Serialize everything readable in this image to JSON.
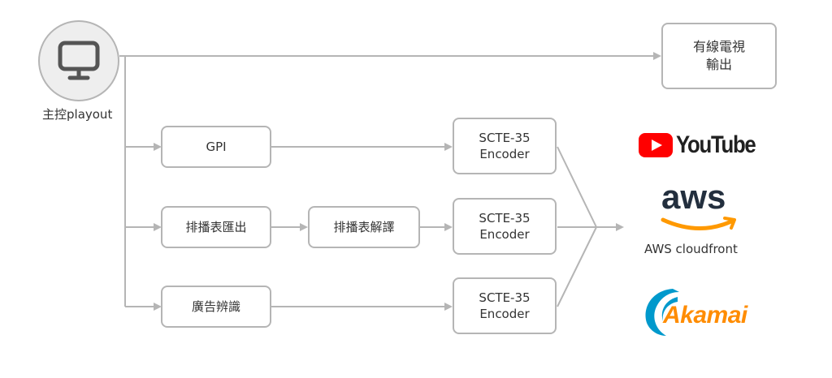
{
  "source": {
    "label": "主控playout",
    "icon": "monitor-icon"
  },
  "cable_output": {
    "line1": "有線電視",
    "line2": "輸出"
  },
  "rows": [
    {
      "step1": "GPI",
      "step2": "",
      "encoder_line1": "SCTE-35",
      "encoder_line2": "Encoder"
    },
    {
      "step1": "排播表匯出",
      "step2": "排播表解譯",
      "encoder_line1": "SCTE-35",
      "encoder_line2": "Encoder"
    },
    {
      "step1": "廣告辨識",
      "step2": "",
      "encoder_line1": "SCTE-35",
      "encoder_line2": "Encoder"
    }
  ],
  "destinations": {
    "youtube": {
      "wordmark": "YouTube",
      "brand_color": "#ff0000"
    },
    "aws": {
      "wordmark": "aws",
      "caption": "AWS cloudfront",
      "brand_color": "#ff9900"
    },
    "akamai": {
      "wordmark": "Akamai",
      "brand_color": "#0099cc",
      "accent_color": "#ff8c00"
    }
  },
  "colors": {
    "line": "#b5b5b5",
    "text": "#333333"
  }
}
